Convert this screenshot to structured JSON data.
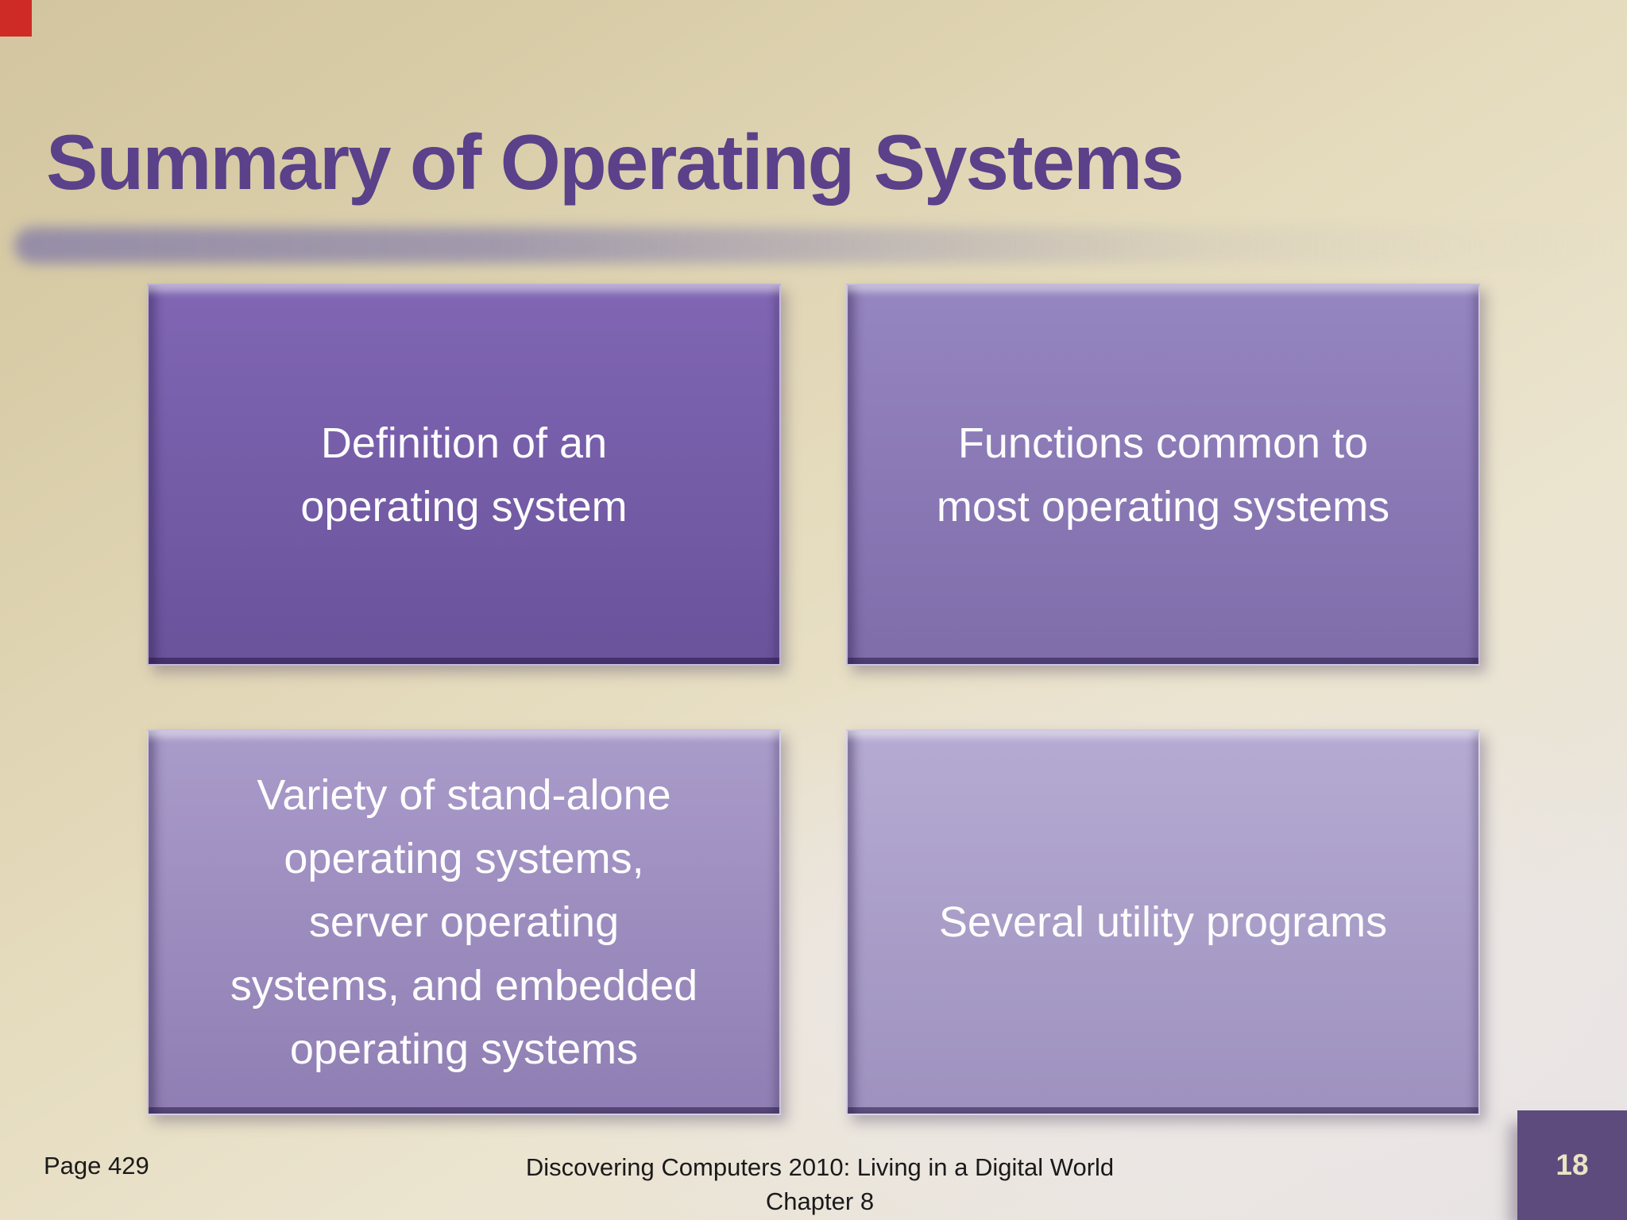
{
  "slide": {
    "title": "Summary of Operating Systems",
    "boxes": [
      {
        "text": "Definition of an\noperating system"
      },
      {
        "text": "Functions common to\nmost operating systems"
      },
      {
        "text": "Variety of stand-alone\noperating systems,\nserver operating\nsystems, and embedded\noperating systems"
      },
      {
        "text": "Several utility programs"
      }
    ],
    "footer": {
      "page_ref": "Page 429",
      "book_title": "Discovering Computers 2010: Living in a Digital World",
      "chapter": "Chapter 8",
      "slide_number": "18"
    },
    "colors": {
      "title_text": "#5a4189",
      "box1_top": "#8066b4",
      "box1_bottom": "#6a539b",
      "box2_top": "#9585c0",
      "box2_bottom": "#7f6daa",
      "box3_top": "#a99bca",
      "box3_bottom": "#8f7eb3",
      "box4_top": "#b5abd2",
      "box4_bottom": "#9e91bf",
      "box_text": "#fdfdfe",
      "background_top": "#d2c59f",
      "background_bottom": "#e8e4e6",
      "badge_background": "#5d4b7e",
      "badge_text": "#ebe4c3",
      "corner_marker": "#cf2b26",
      "footer_text": "#1a1a1a"
    }
  }
}
